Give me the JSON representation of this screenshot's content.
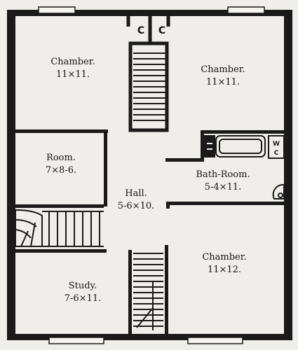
{
  "rooms": {
    "chamber_nw": {
      "name": "Chamber.",
      "size": "11×11."
    },
    "chamber_ne": {
      "name": "Chamber.",
      "size": "11×11."
    },
    "room": {
      "name": "Room.",
      "size": "7×8-6."
    },
    "bath": {
      "name": "Bath-Room.",
      "size": "5-4×11."
    },
    "hall": {
      "name": "Hall.",
      "size": "5-6×10."
    },
    "study": {
      "name": "Study.",
      "size": "7-6×11."
    },
    "chamber_se": {
      "name": "Chamber.",
      "size": "11×12."
    }
  },
  "closets": {
    "left": "C",
    "right": "C"
  },
  "fixtures": {
    "wc_line1": "W",
    "wc_line2": "C"
  }
}
